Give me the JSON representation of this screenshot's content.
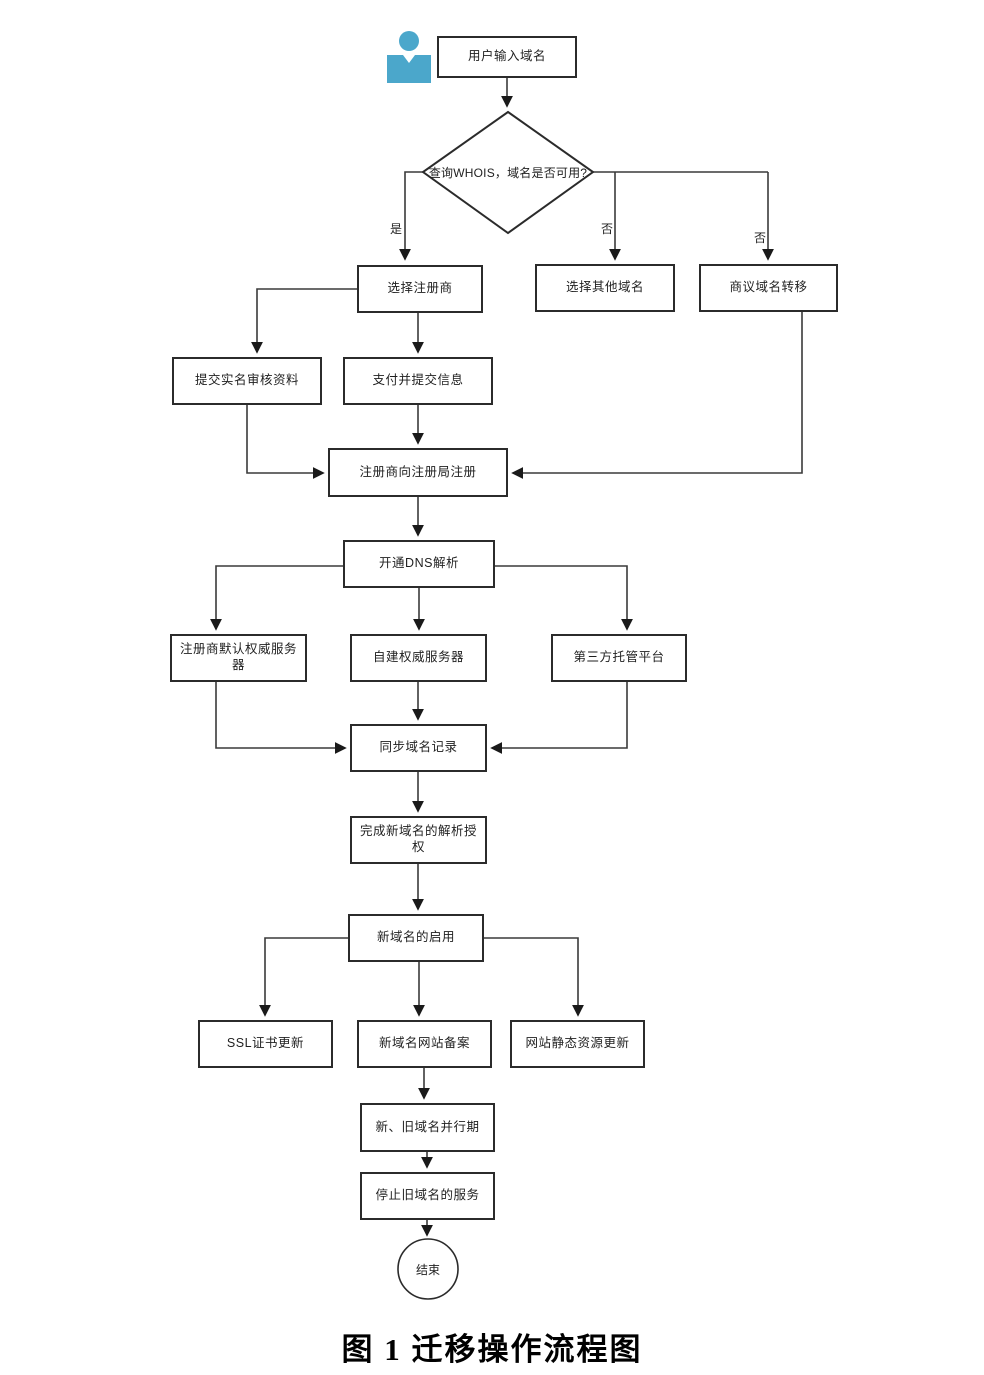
{
  "caption": "图 1 迁移操作流程图",
  "nodes": {
    "start": "用户输入域名",
    "decision": "查询WHOIS，域名是否可用?",
    "choose_registrar": "选择注册商",
    "choose_other_domain": "选择其他域名",
    "negotiate_transfer": "商议域名转移",
    "submit_real_name": "提交实名审核资料",
    "pay_submit": "支付并提交信息",
    "registrar_register": "注册商向注册局注册",
    "enable_dns": "开通DNS解析",
    "registrar_default_ns": "注册商默认权威服务器",
    "self_built_ns": "自建权威服务器",
    "third_party_platform": "第三方托管平台",
    "sync_records": "同步域名记录",
    "complete_auth": "完成新域名的解析授权",
    "activate_new_domain": "新域名的启用",
    "ssl_update": "SSL证书更新",
    "website_filing": "新域名网站备案",
    "static_resource_update": "网站静态资源更新",
    "parallel_period": "新、旧域名并行期",
    "stop_old_domain": "停止旧域名的服务",
    "end": "结束"
  },
  "edge_labels": {
    "yes": "是",
    "no_other": "否",
    "no_transfer": "否"
  },
  "edges": [
    {
      "from": "start",
      "to": "decision",
      "label": ""
    },
    {
      "from": "decision",
      "to": "choose_registrar",
      "label": "是"
    },
    {
      "from": "decision",
      "to": "choose_other_domain",
      "label": "否"
    },
    {
      "from": "decision",
      "to": "negotiate_transfer",
      "label": "否"
    },
    {
      "from": "choose_registrar",
      "to": "submit_real_name",
      "label": ""
    },
    {
      "from": "choose_registrar",
      "to": "pay_submit",
      "label": ""
    },
    {
      "from": "submit_real_name",
      "to": "registrar_register",
      "label": ""
    },
    {
      "from": "pay_submit",
      "to": "registrar_register",
      "label": ""
    },
    {
      "from": "negotiate_transfer",
      "to": "registrar_register",
      "label": ""
    },
    {
      "from": "registrar_register",
      "to": "enable_dns",
      "label": ""
    },
    {
      "from": "enable_dns",
      "to": "registrar_default_ns",
      "label": ""
    },
    {
      "from": "enable_dns",
      "to": "self_built_ns",
      "label": ""
    },
    {
      "from": "enable_dns",
      "to": "third_party_platform",
      "label": ""
    },
    {
      "from": "registrar_default_ns",
      "to": "sync_records",
      "label": ""
    },
    {
      "from": "self_built_ns",
      "to": "sync_records",
      "label": ""
    },
    {
      "from": "third_party_platform",
      "to": "sync_records",
      "label": ""
    },
    {
      "from": "sync_records",
      "to": "complete_auth",
      "label": ""
    },
    {
      "from": "complete_auth",
      "to": "activate_new_domain",
      "label": ""
    },
    {
      "from": "activate_new_domain",
      "to": "ssl_update",
      "label": ""
    },
    {
      "from": "activate_new_domain",
      "to": "website_filing",
      "label": ""
    },
    {
      "from": "activate_new_domain",
      "to": "static_resource_update",
      "label": ""
    },
    {
      "from": "website_filing",
      "to": "parallel_period",
      "label": ""
    },
    {
      "from": "parallel_period",
      "to": "stop_old_domain",
      "label": ""
    },
    {
      "from": "stop_old_domain",
      "to": "end",
      "label": ""
    }
  ],
  "colors": {
    "user_icon": "#4BA7CB",
    "line": "#3a3a3a",
    "box_border": "#2b2b2b",
    "background": "#ffffff"
  }
}
